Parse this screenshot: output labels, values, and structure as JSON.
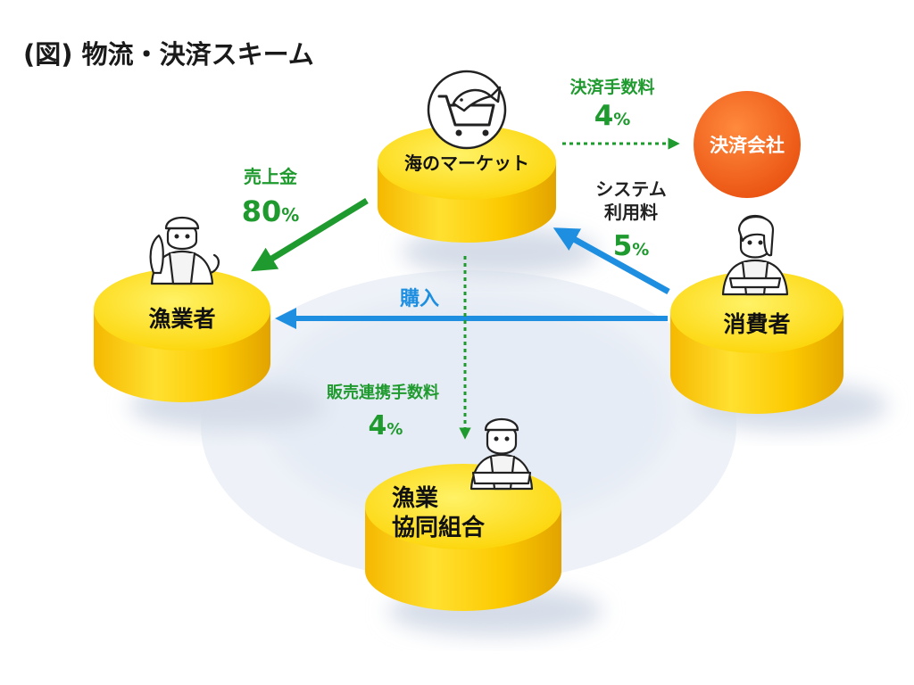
{
  "title": "(図) 物流・決済スキーム",
  "colors": {
    "green": "#1f9a2e",
    "blue": "#1e8fe0",
    "orange": "#f05a14",
    "yellow": "#fbd100",
    "yellow_dark": "#e2a800"
  },
  "nodes": {
    "market": {
      "label": "海のマーケット",
      "icon": "fish-cart-icon"
    },
    "fisher": {
      "label": "漁業者",
      "figure": "fisherman-holding-fish"
    },
    "consumer": {
      "label": "消費者",
      "figure": "woman-arms-crossed"
    },
    "coop": {
      "label_line1": "漁業",
      "label_line2": "協同組合",
      "figure": "worker-arms-crossed"
    },
    "payment_company": {
      "label": "決済会社"
    }
  },
  "flows": {
    "settlement_fee": {
      "label": "決済手数料",
      "percent": "4",
      "unit": "%"
    },
    "sales": {
      "label": "売上金",
      "percent": "80",
      "unit": "%"
    },
    "system_fee": {
      "label_line1": "システム",
      "label_line2": "利用料",
      "percent": "5",
      "unit": "%"
    },
    "purchase": {
      "label": "購入"
    },
    "coop_fee": {
      "label": "販売連携手数料",
      "percent": "4",
      "unit": "%"
    }
  }
}
